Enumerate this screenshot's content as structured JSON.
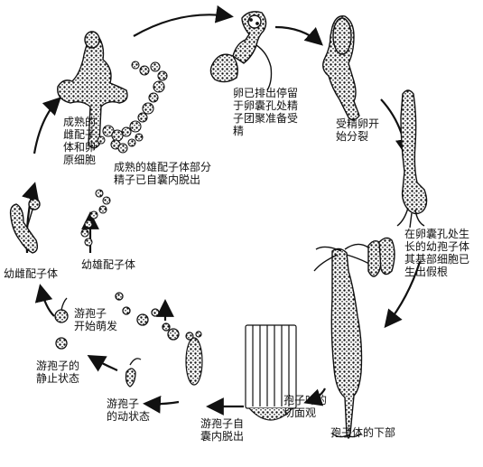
{
  "labels": {
    "mature_female": "成熟的\n雌配子\n体和卵\n原细胞",
    "mature_male": "成熟的雄配子体部分\n精子已自囊内脱出",
    "egg_released": "卵已排出停留\n于卵囊孔处精\n子团聚准备受\n精",
    "zygote_dividing": "受精卵开\n始分裂",
    "young_sporophyte": "在卵囊孔处生\n长的幼孢子体\n其基部细胞已\n生出假根",
    "sporophyte_base": "孢子体的下部",
    "sorus_section": "孢子叶的\n切面观",
    "zoospore_release": "游孢子自\n囊内脱出",
    "zoospore_motile": "游孢子\n的动状态",
    "zoospore_resting": "游孢子的\n静止状态",
    "zoospore_germinating": "游孢子\n开始萌发",
    "young_female": "幼雌配子体",
    "young_male": "幼雄配子体"
  },
  "colors": {
    "ink": "#111111",
    "background": "#ffffff"
  }
}
